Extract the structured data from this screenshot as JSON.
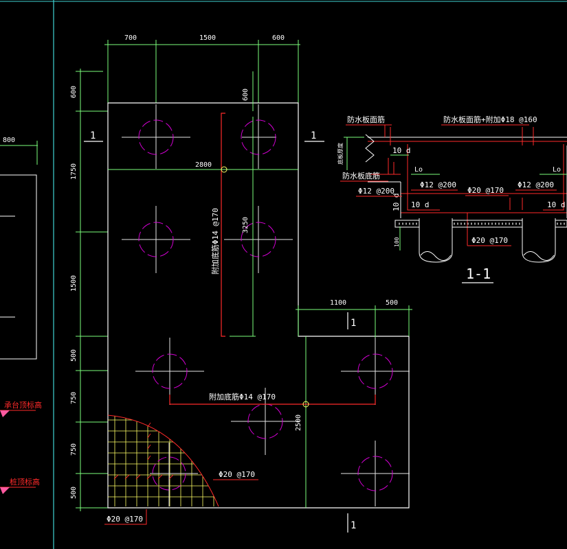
{
  "colors": {
    "background": "#000000",
    "outline": "#ffffff",
    "dimension": "#7cff7c",
    "axis": "#e6e6e6",
    "rebar": "#ff2a2a",
    "pile": "#d400d4",
    "hatch": "#ffff66",
    "label": "#ffffff",
    "cyan_border": "#3fd4d4"
  },
  "top_dims": {
    "d1": "700",
    "d2": "1500",
    "d3": "600"
  },
  "left_dims": {
    "d1": "600",
    "d2": "1750",
    "d3": "1500",
    "d4": "500",
    "d5": "750",
    "d6": "750",
    "d7": "500"
  },
  "inner_dims": {
    "top600": "600",
    "width2800": "2800",
    "height3250": "3250",
    "height2500": "2500"
  },
  "right_dims": {
    "d1": "1100",
    "d2": "500"
  },
  "section_marks": {
    "left": "1",
    "right": "1",
    "top_mid": "1",
    "bottom": "1"
  },
  "rebar_labels": {
    "vertical_add": "附加底筋Φ14 @170",
    "horizontal_add": "附加底筋Φ14 @170",
    "grid_right": "Φ20 @170",
    "grid_bottom": "Φ20 @170"
  },
  "left_strip": {
    "dim": "800",
    "label_top": "承台顶标高",
    "label_bottom": "桩顶标高"
  },
  "section": {
    "title": "1-1",
    "top_left": "防水板面筋",
    "top_right": "防水板面筋+附加Φ18 @160",
    "vertical_note": "底板厚度",
    "bottom_left": "防水板底筋",
    "ten_d_1": "10 d",
    "ten_d_2": "10 d",
    "ten_d_3": "10 d",
    "ten_d_vertical": "10 d",
    "lo_1": "Lo",
    "lo_2": "Lo",
    "phi12_a": "Φ12 @200",
    "phi12_b": "Φ12 @200",
    "phi12_c": "Φ12 @200",
    "phi20_a": "Φ20 @170",
    "phi20_b": "Φ20 @170",
    "small_dim": "100"
  }
}
